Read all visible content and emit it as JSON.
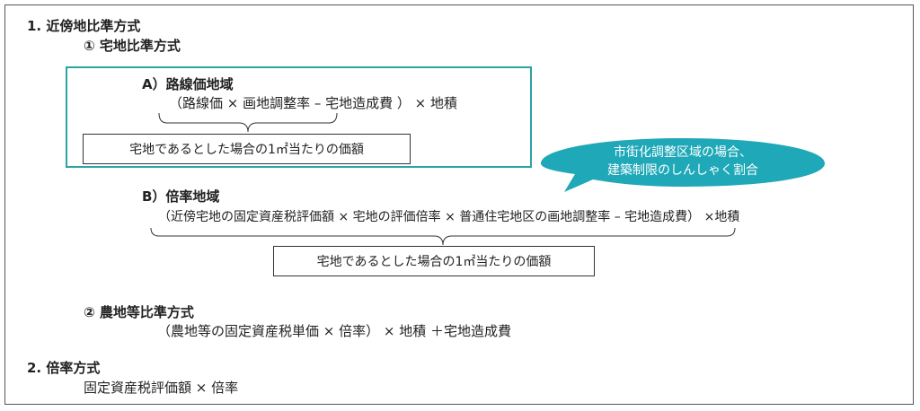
{
  "section1": {
    "heading": "1.  近傍地比準方式",
    "sub1": {
      "heading": "①  宅地比準方式",
      "a": {
        "title": "A）路線価地域",
        "formula": "（路線価 × 画地調整率  –  宅地造成費 ）  × 地積",
        "result": "宅地であるとした場合の1㎡当たりの価額"
      },
      "callout": [
        "市街化調整区域の場合、",
        "建築制限のしんしゃく割合"
      ],
      "b": {
        "title": "B）倍率地域",
        "formula": "（近傍宅地の固定資産税評価額 × 宅地の評価倍率 × 普通住宅地区の画地調整率 –  宅地造成費）  ×地積",
        "result": "宅地であるとした場合の1㎡当たりの価額"
      }
    },
    "sub2": {
      "heading": "②  農地等比準方式",
      "formula": "（農地等の固定資産税単価 × 倍率）  × 地積  ＋宅地造成費"
    }
  },
  "section2": {
    "heading": "2.  倍率方式",
    "formula": "固定資産税評価額  × 倍率"
  },
  "colors": {
    "accent": "#2aa3a3",
    "callout": "#1fa8b8"
  }
}
